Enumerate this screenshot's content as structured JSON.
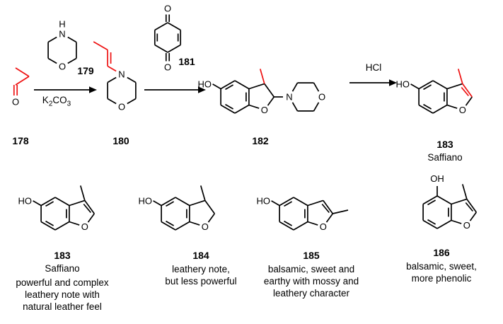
{
  "colors": {
    "bond": "#000000",
    "highlight": "#ee1111",
    "background": "#ffffff"
  },
  "atoms": {
    "O": "O",
    "N": "N",
    "H": "H",
    "HO": "HO",
    "OH": "OH"
  },
  "reagents": {
    "base": {
      "parts": [
        "K",
        "2",
        "CO",
        "3"
      ]
    },
    "acid": "HCl"
  },
  "scheme": {
    "c178": {
      "label": "178"
    },
    "c179": {
      "label": "179"
    },
    "c180": {
      "label": "180"
    },
    "c181": {
      "label": "181"
    },
    "c182": {
      "label": "182"
    },
    "c183": {
      "label": "183",
      "name": "Saffiano"
    }
  },
  "products": [
    {
      "label": "183",
      "name": "Saffiano",
      "description": [
        "powerful and complex",
        "leathery note with",
        "natural leather feel"
      ]
    },
    {
      "label": "184",
      "description": [
        "leathery note,",
        "but less powerful"
      ]
    },
    {
      "label": "185",
      "description": [
        "balsamic, sweet and",
        "earthy with mossy and",
        "leathery character"
      ]
    },
    {
      "label": "186",
      "description": [
        "balsamic, sweet,",
        "more phenolic"
      ]
    }
  ]
}
